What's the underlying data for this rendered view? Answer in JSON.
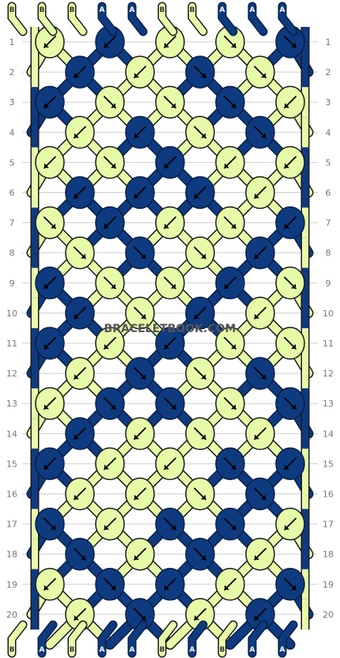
{
  "colors": {
    "A": "#0e3a80",
    "B": "#e6fba8",
    "A_outline": "#071f47",
    "B_outline": "#1a1a1a",
    "rule": "#cfcfcf",
    "rownum": "#777777"
  },
  "strand_labels_top": [
    "B",
    "B",
    "B",
    "A",
    "A",
    "B",
    "B",
    "A",
    "A",
    "A"
  ],
  "strand_labels_bottom": [
    "B",
    "A",
    "B",
    "A",
    "A",
    "B",
    "A",
    "B",
    "A",
    "A"
  ],
  "watermark": "BRACELETBOOK.COM",
  "row_numbers": [
    "1",
    "2",
    "3",
    "4",
    "5",
    "6",
    "7",
    "8",
    "9",
    "10",
    "11",
    "12",
    "13",
    "14",
    "15",
    "16",
    "17",
    "18",
    "19",
    "20"
  ],
  "knots": [
    [
      {
        "c": "B",
        "d": "fwd"
      },
      {
        "c": "A",
        "d": "fwd"
      },
      {
        "c": "B",
        "d": "fwd"
      },
      {
        "c": "B",
        "d": "bwd"
      },
      {
        "c": "A",
        "d": "bwd"
      }
    ],
    [
      {
        "c": "A",
        "d": "fwd"
      },
      {
        "c": "B",
        "d": "fwd"
      },
      {
        "c": "A",
        "d": "bwd"
      },
      {
        "c": "B",
        "d": "bwd"
      }
    ],
    [
      {
        "c": "A",
        "d": "fwd"
      },
      {
        "c": "B",
        "d": "bwd"
      },
      {
        "c": "B",
        "d": "bwd"
      },
      {
        "c": "A",
        "d": "bwd"
      },
      {
        "c": "B",
        "d": "fwd"
      }
    ],
    [
      {
        "c": "B",
        "d": "fwd"
      },
      {
        "c": "A",
        "d": "fwd"
      },
      {
        "c": "B",
        "d": "bwd"
      },
      {
        "c": "A",
        "d": "bwd"
      }
    ],
    [
      {
        "c": "B",
        "d": "fwd"
      },
      {
        "c": "B",
        "d": "bwd"
      },
      {
        "c": "A",
        "d": "fwd"
      },
      {
        "c": "B",
        "d": "fwd"
      },
      {
        "c": "B",
        "d": "fwd"
      }
    ],
    [
      {
        "c": "A",
        "d": "fwd"
      },
      {
        "c": "A",
        "d": "fwd"
      },
      {
        "c": "A",
        "d": "fwd"
      },
      {
        "c": "B",
        "d": "fwd"
      }
    ],
    [
      {
        "c": "B",
        "d": "bwd"
      },
      {
        "c": "A",
        "d": "fwd"
      },
      {
        "c": "B",
        "d": "fwd"
      },
      {
        "c": "B",
        "d": "bwd"
      },
      {
        "c": "A",
        "d": "fwd"
      }
    ],
    [
      {
        "c": "B",
        "d": "bwd"
      },
      {
        "c": "A",
        "d": "bwd"
      },
      {
        "c": "B",
        "d": "bwd"
      },
      {
        "c": "A",
        "d": "fwd"
      }
    ],
    [
      {
        "c": "A",
        "d": "fwd"
      },
      {
        "c": "B",
        "d": "bwd"
      },
      {
        "c": "B",
        "d": "bwd"
      },
      {
        "c": "A",
        "d": "fwd"
      },
      {
        "c": "B",
        "d": "bwd"
      }
    ],
    [
      {
        "c": "A",
        "d": "fwd"
      },
      {
        "c": "B",
        "d": "bwd"
      },
      {
        "c": "A",
        "d": "fwd"
      },
      {
        "c": "B",
        "d": "fwd"
      }
    ],
    [
      {
        "c": "A",
        "d": "fwd"
      },
      {
        "c": "B",
        "d": "fwd"
      },
      {
        "c": "A",
        "d": "fwd"
      },
      {
        "c": "B",
        "d": "bwd"
      },
      {
        "c": "B",
        "d": "bwd"
      }
    ],
    [
      {
        "c": "B",
        "d": "fwd"
      },
      {
        "c": "A",
        "d": "bwd"
      },
      {
        "c": "B",
        "d": "bwd"
      },
      {
        "c": "A",
        "d": "bwd"
      }
    ],
    [
      {
        "c": "B",
        "d": "fwd"
      },
      {
        "c": "A",
        "d": "bwd"
      },
      {
        "c": "A",
        "d": "bwd"
      },
      {
        "c": "B",
        "d": "bwd"
      },
      {
        "c": "A",
        "d": "bwd"
      }
    ],
    [
      {
        "c": "A",
        "d": "fwd"
      },
      {
        "c": "B",
        "d": "fwd"
      },
      {
        "c": "B",
        "d": "bwd"
      },
      {
        "c": "B",
        "d": "fwd"
      }
    ],
    [
      {
        "c": "A",
        "d": "fwd"
      },
      {
        "c": "B",
        "d": "fwd"
      },
      {
        "c": "B",
        "d": "fwd"
      },
      {
        "c": "A",
        "d": "bwd"
      },
      {
        "c": "A",
        "d": "fwd"
      }
    ],
    [
      {
        "c": "B",
        "d": "fwd"
      },
      {
        "c": "B",
        "d": "fwd"
      },
      {
        "c": "B",
        "d": "bwd"
      },
      {
        "c": "A",
        "d": "bwd"
      }
    ],
    [
      {
        "c": "A",
        "d": "bwd"
      },
      {
        "c": "B",
        "d": "fwd"
      },
      {
        "c": "A",
        "d": "bwd"
      },
      {
        "c": "A",
        "d": "bwd"
      },
      {
        "c": "B",
        "d": "fwd"
      }
    ],
    [
      {
        "c": "A",
        "d": "bwd"
      },
      {
        "c": "B",
        "d": "fwd"
      },
      {
        "c": "A",
        "d": "bwd"
      },
      {
        "c": "B",
        "d": "fwd"
      }
    ],
    [
      {
        "c": "B",
        "d": "fwd"
      },
      {
        "c": "A",
        "d": "bwd"
      },
      {
        "c": "A",
        "d": "fwd"
      },
      {
        "c": "B",
        "d": "fwd"
      },
      {
        "c": "A",
        "d": "bwd"
      }
    ],
    [
      {
        "c": "B",
        "d": "fwd"
      },
      {
        "c": "A",
        "d": "bwd"
      },
      {
        "c": "B",
        "d": "fwd"
      },
      {
        "c": "A",
        "d": "fwd"
      }
    ]
  ]
}
